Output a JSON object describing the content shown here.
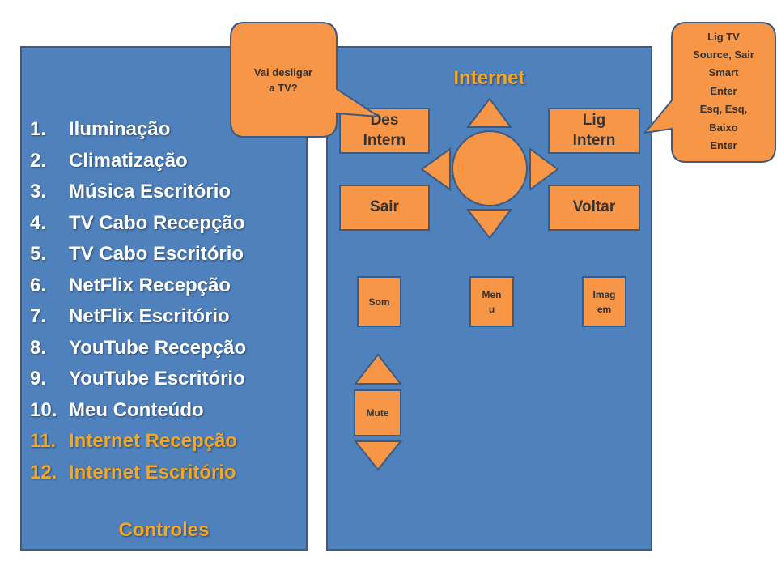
{
  "menu": {
    "items": [
      {
        "num": "1.",
        "label": "Iluminação",
        "active": false
      },
      {
        "num": "2.",
        "label": "Climatização",
        "active": false
      },
      {
        "num": "3.",
        "label": "Música Escritório",
        "active": false
      },
      {
        "num": "4.",
        "label": "TV Cabo Recepção",
        "active": false
      },
      {
        "num": "5.",
        "label": "TV Cabo Escritório",
        "active": false
      },
      {
        "num": "6.",
        "label": "NetFlix Recepção",
        "active": false
      },
      {
        "num": "7.",
        "label": "NetFlix Escritório",
        "active": false
      },
      {
        "num": "8.",
        "label": "YouTube Recepção",
        "active": false
      },
      {
        "num": "9.",
        "label": "YouTube Escritório",
        "active": false
      },
      {
        "num": "10.",
        "label": "Meu Conteúdo",
        "active": false
      },
      {
        "num": "11.",
        "label": "Internet Recepção",
        "active": true
      },
      {
        "num": "12.",
        "label": "Internet Escritório",
        "active": true
      }
    ],
    "footer": "Controles"
  },
  "remote": {
    "title": "Internet",
    "des_intern": {
      "line1": "Des",
      "line2": "Intern"
    },
    "lig_intern": {
      "line1": "Lig",
      "line2": "Intern"
    },
    "sair": "Sair",
    "voltar": "Voltar",
    "som": "Som",
    "menu": {
      "line1": "Men",
      "line2": "u"
    },
    "imagem": {
      "line1": "Imag",
      "line2": "em"
    },
    "mute": "Mute"
  },
  "callouts": {
    "left": {
      "line1": "Vai desligar",
      "line2": "a TV?"
    },
    "right": {
      "lines": [
        "Lig TV",
        "Source, Sair",
        "Smart",
        "Enter",
        "Esq, Esq,",
        "Baixo",
        "Enter"
      ]
    }
  },
  "colors": {
    "panel": "#4f81bd",
    "button": "#f79646",
    "active_text": "#f5a623"
  }
}
